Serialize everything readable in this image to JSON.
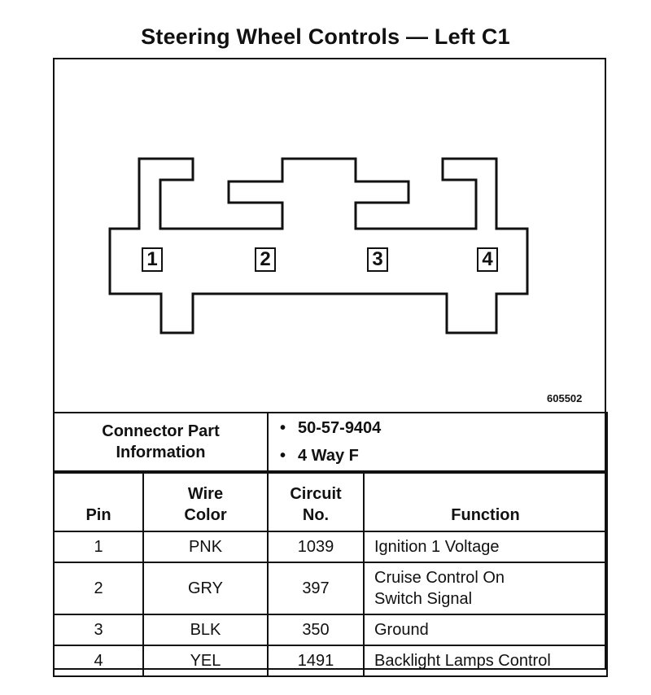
{
  "title": "Steering Wheel Controls — Left C1",
  "figure_id": "605502",
  "connector": {
    "pins": [
      "1",
      "2",
      "3",
      "4"
    ]
  },
  "connector_part_info": {
    "label_line1": "Connector Part",
    "label_line2": "Information",
    "items": [
      "50-57-9404",
      "4 Way F"
    ]
  },
  "table": {
    "headers": {
      "pin": "Pin",
      "wire_color_line1": "Wire",
      "wire_color_line2": "Color",
      "circuit_line1": "Circuit",
      "circuit_line2": "No.",
      "function": "Function"
    },
    "rows": [
      {
        "pin": "1",
        "wire_color": "PNK",
        "circuit": "1039",
        "function_line1": "Ignition 1 Voltage",
        "function_line2": ""
      },
      {
        "pin": "2",
        "wire_color": "GRY",
        "circuit": "397",
        "function_line1": "Cruise Control On",
        "function_line2": "Switch Signal"
      },
      {
        "pin": "3",
        "wire_color": "BLK",
        "circuit": "350",
        "function_line1": "Ground",
        "function_line2": ""
      },
      {
        "pin": "4",
        "wire_color": "YEL",
        "circuit": "1491",
        "function_line1": "Backlight Lamps Control",
        "function_line2": ""
      }
    ]
  }
}
